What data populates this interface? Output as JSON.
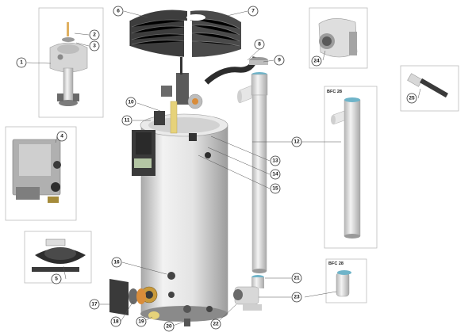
{
  "diagram": {
    "callouts": [
      {
        "id": "1",
        "label": "1"
      },
      {
        "id": "2",
        "label": "2"
      },
      {
        "id": "3",
        "label": "3"
      },
      {
        "id": "4",
        "label": "4"
      },
      {
        "id": "5",
        "label": "5"
      },
      {
        "id": "6",
        "label": "6"
      },
      {
        "id": "7",
        "label": "7"
      },
      {
        "id": "8",
        "label": "8"
      },
      {
        "id": "9",
        "label": "9"
      },
      {
        "id": "10",
        "label": "10"
      },
      {
        "id": "11",
        "label": "11"
      },
      {
        "id": "12",
        "label": "12"
      },
      {
        "id": "13",
        "label": "13"
      },
      {
        "id": "14",
        "label": "14"
      },
      {
        "id": "15",
        "label": "15"
      },
      {
        "id": "16",
        "label": "16"
      },
      {
        "id": "17",
        "label": "17"
      },
      {
        "id": "18",
        "label": "18"
      },
      {
        "id": "19",
        "label": "19"
      },
      {
        "id": "20",
        "label": "20"
      },
      {
        "id": "21",
        "label": "21"
      },
      {
        "id": "22",
        "label": "22"
      },
      {
        "id": "23",
        "label": "23"
      },
      {
        "id": "24",
        "label": "24"
      },
      {
        "id": "25",
        "label": "25"
      }
    ],
    "box_labels": {
      "bfc_vent": "BFC 28",
      "bfc_trap": "BFC 28"
    },
    "colors": {
      "tank_body": "#e9e9e9",
      "tank_shade": "#b9b9b9",
      "dark_part": "#3c3c3c",
      "accent_orange": "#d98c3a",
      "accent_yellow": "#e6d27a",
      "accent_blue": "#6fb4c9"
    }
  }
}
